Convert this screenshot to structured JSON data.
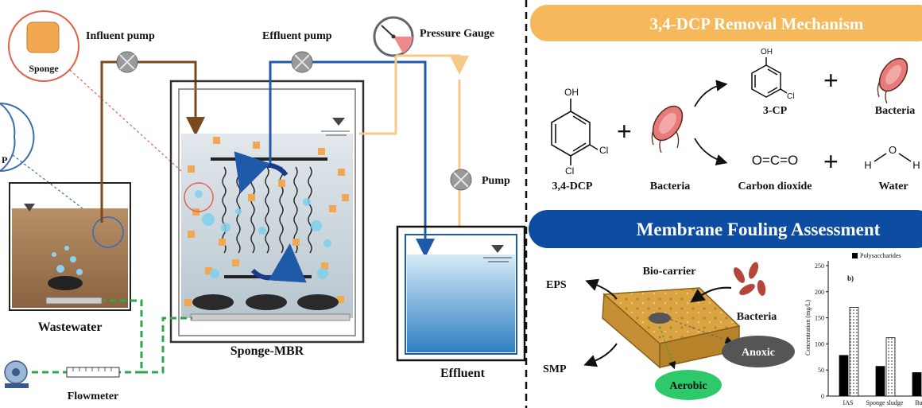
{
  "left_panel": {
    "labels": {
      "sponge": "Sponge",
      "influent_pump": "Influent pump",
      "effluent_pump": "Effluent pump",
      "pressure_gauge": "Pressure Gauge",
      "pump": "Pump",
      "wastewater": "Wastewater",
      "sponge_mbr": "Sponge-MBR",
      "effluent": "Effluent",
      "flowmeter": "Flowmeter",
      "partial_circle_letter": "P"
    },
    "colors": {
      "influent_pipe": "#7a4a1e",
      "effluent_pipe": "#1f5aa8",
      "return_pipe": "#f5c98a",
      "air_line": "#2aa84a",
      "sponge_cube": "#f2a850",
      "wastewater": "#9c7650",
      "effluent_water": "#4a9ad6"
    }
  },
  "right_top": {
    "title": "3,4-DCP Removal Mechanism",
    "banner_color": "#f5b85a",
    "reactant": "3,4-DCP",
    "reactant_substituents": {
      "oh": "OH",
      "cl": "Cl"
    },
    "bacteria_label": "Bacteria",
    "products": [
      "3-CP",
      "Bacteria",
      "Carbon dioxide",
      "Water"
    ],
    "co2_formula": "O=C=O",
    "water_atoms": {
      "h": "H",
      "o": "O"
    },
    "plus": "+"
  },
  "right_bottom": {
    "title": "Membrane Fouling Assessment",
    "banner_color": "#0c4da2",
    "labels": {
      "bio_carrier": "Bio-carrier",
      "eps": "EPS",
      "smp": "SMP",
      "bacteria": "Bacteria",
      "anoxic": "Anoxic",
      "aerobic": "Aerobic"
    },
    "colors": {
      "aerobic": "#2dc96a",
      "anoxic": "#555555",
      "sponge": "#d9a441"
    }
  },
  "chart_data": {
    "type": "bar",
    "panel_label": "b)",
    "legend": [
      "Polysaccharides"
    ],
    "ylabel": "Concentration (mg/L)",
    "ylim": [
      0,
      250
    ],
    "yticks": [
      0,
      50,
      100,
      150,
      200,
      250
    ],
    "categories": [
      "IAS",
      "Sponge sludge",
      "Bulk"
    ],
    "category_labels": [
      "IAS",
      "Sponge sludge",
      "Bulk"
    ],
    "series": [
      {
        "name": "Polysaccharides",
        "values": [
          78,
          57,
          45
        ],
        "fill": "#000000"
      },
      {
        "values": [
          170,
          112,
          null
        ],
        "fill": "dotted"
      }
    ]
  }
}
